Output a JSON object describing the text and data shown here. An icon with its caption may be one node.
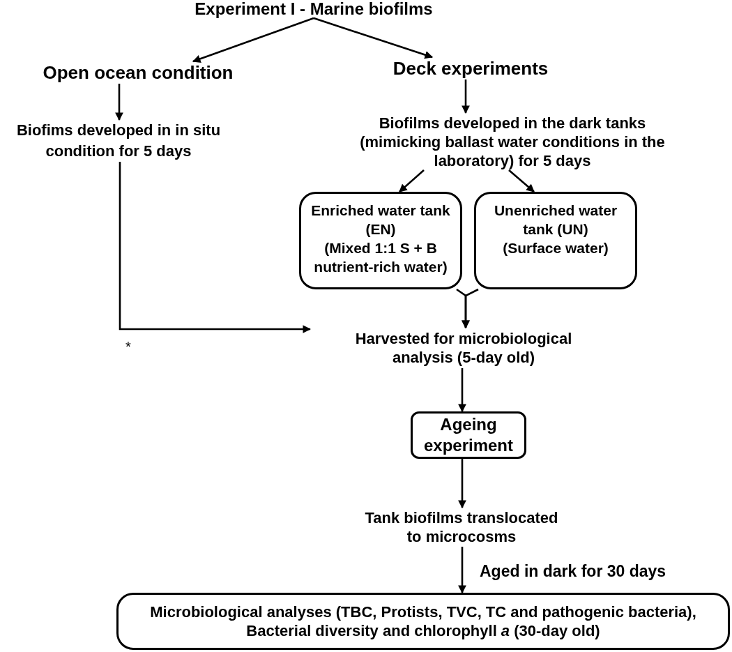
{
  "diagram": {
    "nodes": [
      {
        "text": [
          "Experiment I - Marine biofilms"
        ]
      },
      {
        "text": [
          "Open ocean condition"
        ]
      },
      {
        "text": [
          "Deck experiments"
        ]
      },
      {
        "text": [
          "Biofims developed in in situ condition for 5 days"
        ]
      },
      {
        "text": [
          "Biofilms developed in the dark tanks (mimicking ballast water conditions in the laboratory) for 5 days"
        ]
      },
      {
        "text": [
          "Enriched water tank (EN)",
          "(Mixed 1:1 S + B nutrient-rich water)"
        ]
      },
      {
        "text": [
          "Unenriched water tank (UN)",
          "(Surface water)"
        ]
      },
      {
        "text": [
          "Harvested for microbiological analysis (5-day old)"
        ]
      },
      {
        "text": [
          "Ageing experiment"
        ]
      },
      {
        "text": [
          "Tank biofilms translocated to microcosms"
        ]
      },
      {
        "text": [
          "Microbiological analyses (TBC, Protists, TVC, TC and pathogenic bacteria), Bacterial diversity and chlorophyll *a* (30-day old)"
        ]
      }
    ],
    "edges": [
      {
        "from": 0,
        "to": 1,
        "arrow": "to"
      },
      {
        "from": 0,
        "to": 2,
        "arrow": "to"
      },
      {
        "from": 1,
        "to": 3,
        "arrow": "to"
      },
      {
        "from": 2,
        "to": 4,
        "arrow": "to"
      },
      {
        "from": 4,
        "to": 5,
        "arrow": "to"
      },
      {
        "from": 4,
        "to": 6,
        "arrow": "to"
      },
      {
        "from": 5,
        "to": 7,
        "arrow": "to"
      },
      {
        "from": 6,
        "to": 7,
        "arrow": "to"
      },
      {
        "from": 3,
        "to": 7,
        "arrow": "to"
      },
      {
        "from": 7,
        "to": 8,
        "arrow": "to"
      },
      {
        "from": 8,
        "to": 9,
        "arrow": "to"
      },
      {
        "from": 9,
        "to": 10,
        "arrow": "to",
        "label": "Aged in dark for 30 days"
      }
    ],
    "labels": [
      "*"
    ]
  }
}
